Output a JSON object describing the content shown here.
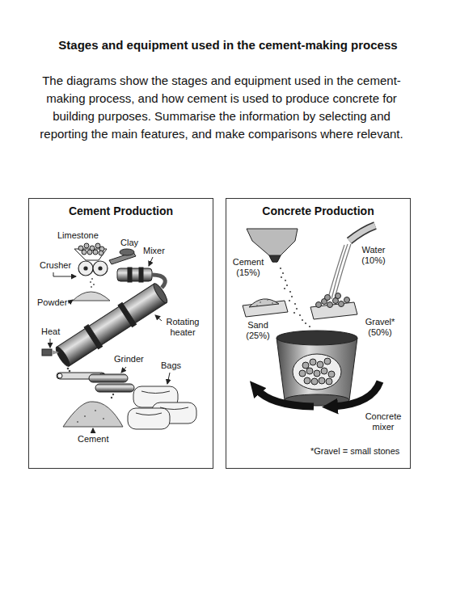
{
  "diagram": {
    "title": "Stages and equipment used in the cement-making process",
    "caption": "The diagrams show the stages and equipment used in the cement-making process, and how cement is used to produce concrete for building purposes. Summarise the information by selecting and reporting the main features, and make comparisons where relevant.",
    "nodes": [
      {
        "text": [
          "Cement Production"
        ]
      },
      {
        "text": [
          "Concrete Production"
        ]
      }
    ],
    "labels": [
      "Limestone",
      "Clay",
      "Crusher",
      "Mixer",
      "Powder",
      "Rotating heater",
      "Heat",
      "Grinder",
      "Bags",
      "Cement",
      "Cement (15%)",
      "Water (10%)",
      "Sand (25%)",
      "Gravel* (50%)",
      "Concrete mixer",
      "*Gravel = small stones"
    ]
  }
}
